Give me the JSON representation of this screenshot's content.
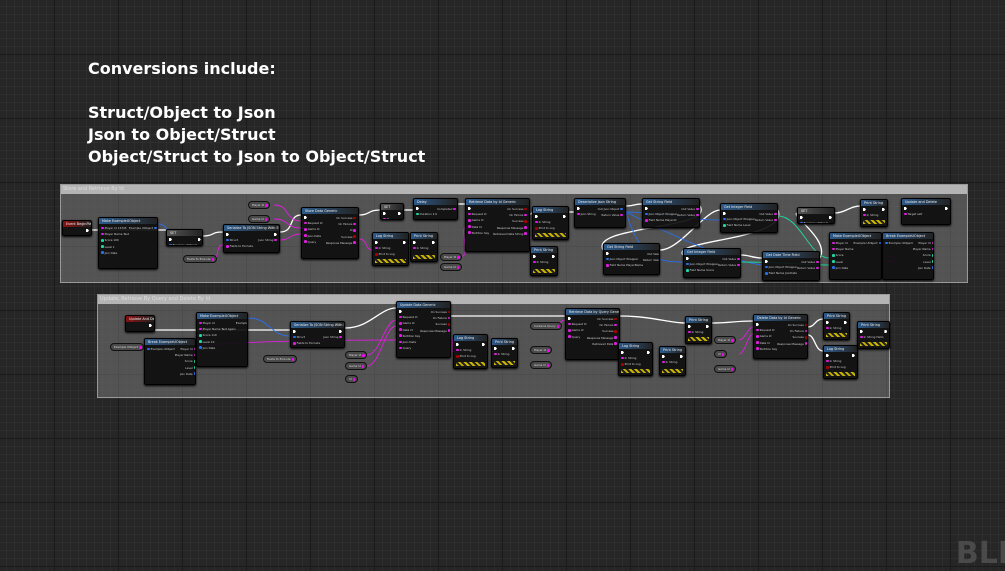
{
  "headings": [
    "Conversions include:",
    "Struct/Object to Json",
    "Json to Object/Struct",
    "Object/Struct to Json to Object/Struct"
  ],
  "comments": [
    "Store and Retrieve By Id",
    "Update, Retrieve By Query and Delete By Id"
  ],
  "watermark": "BLI",
  "nodes": {
    "n1": {
      "t": "Event BeginPlay",
      "r": [
        "exec"
      ]
    },
    "n2": {
      "t": "Make ExampleUObject",
      "l": [
        "Player Id  12345",
        "Player Name  Test",
        "Score  100",
        "Level  1",
        "Join Date"
      ],
      "r": [
        "Example UObject"
      ]
    },
    "n3": {
      "t": "SET",
      "l": [
        "exec",
        "Example UObject"
      ],
      "r": [
        "exec"
      ]
    },
    "n4": {
      "t": "Serialize To JSON String With Exclusions",
      "l": [
        "exec",
        "Struct",
        "Fields to Exclude"
      ],
      "r": [
        "exec",
        "Json String"
      ]
    },
    "n8": {
      "t": "Store Data Generic",
      "l": [
        "exec",
        "Request Id",
        "Game Id",
        "Json Data",
        "Query"
      ],
      "r": [
        "On Success",
        "On Failure",
        "Id",
        "Success",
        "Response Message"
      ]
    },
    "n9": {
      "t": "SET",
      "l": [
        "exec",
        "Id"
      ],
      "r": [
        "exec"
      ]
    },
    "n10": {
      "t": "Log String",
      "l": [
        "exec",
        "In String",
        "Print to Log"
      ],
      "r": [
        "exec"
      ],
      "hz": 1
    },
    "n11": {
      "t": "Delay",
      "l": [
        "exec",
        "Duration  1.0"
      ],
      "r": [
        "Completed"
      ]
    },
    "n12": {
      "t": "Print String",
      "l": [
        "exec",
        "In String"
      ],
      "r": [
        "exec"
      ],
      "hz": 1
    },
    "n13": {
      "t": "Retrieve Data by Id Generic",
      "l": [
        "exec",
        "Request Id",
        "Game Id",
        "Data Id",
        "Partition Key"
      ],
      "r": [
        "On Success",
        "On Failure",
        "Success",
        "Response Message",
        "Retrieved Data String"
      ]
    },
    "n16": {
      "t": "Log String",
      "l": [
        "exec",
        "In String",
        "Print to Log"
      ],
      "r": [
        "exec"
      ],
      "hz": 1
    },
    "n17": {
      "t": "Print String",
      "l": [
        "exec",
        "In String"
      ],
      "r": [
        "exec"
      ],
      "hz": 1
    },
    "n18": {
      "t": "Deserialize Json String",
      "l": [
        "exec",
        "Json String"
      ],
      "r": [
        "Out Json Object",
        "Return Value"
      ]
    },
    "n19": {
      "t": "Get String Field",
      "l": [
        "exec",
        "Json Object Wrapper",
        "Field Name  PlayerId"
      ],
      "r": [
        "Out Value",
        "Return Value"
      ]
    },
    "n20": {
      "t": "Get String Field",
      "l": [
        "exec",
        "Json Object Wrapper",
        "Field Name  PlayerName"
      ],
      "r": [
        "Out Value",
        "Return Value"
      ]
    },
    "n21": {
      "t": "Get Integer Field",
      "l": [
        "exec",
        "Json Object Wrapper",
        "Field Name  Level"
      ],
      "r": [
        "Out Value",
        "Return Value"
      ]
    },
    "n22": {
      "t": "Get Integer Field",
      "l": [
        "exec",
        "Json Object Wrapper",
        "Field Name  Score"
      ],
      "r": [
        "Out Value",
        "Return Value"
      ]
    },
    "n23": {
      "t": "Get Date Time Field",
      "l": [
        "exec",
        "Json Object Wrapper",
        "Field Name  JoinDate"
      ],
      "r": [
        "Out Value",
        "Return Value"
      ]
    },
    "n24": {
      "t": "SET",
      "l": [
        "exec",
        "Example UObject"
      ],
      "r": [
        "exec"
      ]
    },
    "n25": {
      "t": "Print String",
      "l": [
        "exec",
        "In String"
      ],
      "r": [
        "exec"
      ],
      "hz": 1
    },
    "n26": {
      "t": "Update and Delete",
      "l": [
        "exec",
        "Target  self"
      ],
      "r": [
        "exec"
      ]
    },
    "n27": {
      "t": "Make ExampleUObject",
      "l": [
        "Player Id",
        "Player Name",
        "Score",
        "Level",
        "Join Date"
      ],
      "r": [
        "Example UObject"
      ]
    },
    "n28": {
      "t": "Break ExampleUObject",
      "l": [
        "Example UObject"
      ],
      "r": [
        "Player Id",
        "Player Name",
        "Score",
        "Level",
        "Join Date"
      ]
    },
    "m1": {
      "t": "Update And Delete",
      "r": [
        "exec"
      ]
    },
    "m3": {
      "t": "Break ExampleUObject",
      "l": [
        "Example UObject"
      ],
      "r": [
        "Player Id",
        "Player Name",
        "Score",
        "Level",
        "Join Date"
      ]
    },
    "m4": {
      "t": "Make ExampleUObject",
      "l": [
        "Player Id",
        "Player Name  Test Again",
        "Score  110",
        "Level  10",
        "Join Date"
      ],
      "r": [
        "Example UObject"
      ]
    },
    "m5": {
      "t": "Serialize To JSON String With Exclusions",
      "l": [
        "exec",
        "Struct",
        "Fields to Exclude"
      ],
      "r": [
        "exec",
        "Json String"
      ]
    },
    "m8": {
      "t": "Update Data Generic",
      "l": [
        "exec",
        "Request Id",
        "Game Id",
        "Data Id",
        "Partition Key",
        "Json Data",
        "Query"
      ],
      "r": [
        "On Success",
        "On Failure",
        "Success",
        "Response Message"
      ]
    },
    "m9": {
      "t": "Log String",
      "l": [
        "exec",
        "In String",
        "Print to Log"
      ],
      "r": [
        "exec"
      ],
      "hz": 1
    },
    "m10": {
      "t": "Print String",
      "l": [
        "exec",
        "In String"
      ],
      "r": [
        "exec"
      ],
      "hz": 1
    },
    "m12": {
      "t": "Retrieve Data by Query Generic",
      "l": [
        "exec",
        "Request Id",
        "Game Id",
        "Query"
      ],
      "r": [
        "On Success",
        "On Failure",
        "Success",
        "Response Message",
        "Retrieved Data"
      ]
    },
    "m13": {
      "t": "Log String",
      "l": [
        "exec",
        "In String",
        "Print to Log"
      ],
      "r": [
        "exec"
      ],
      "hz": 1
    },
    "m14": {
      "t": "Print String",
      "l": [
        "exec",
        "In String"
      ],
      "r": [
        "exec"
      ],
      "hz": 1
    },
    "m15": {
      "t": "Print String",
      "l": [
        "exec",
        "In String"
      ],
      "r": [
        "exec"
      ],
      "hz": 1
    },
    "m17": {
      "t": "Delete Data by Id Generic",
      "l": [
        "exec",
        "Request Id",
        "Game Id",
        "Data Id",
        "Partition Key"
      ],
      "r": [
        "On Success",
        "On Failure",
        "Success",
        "Response Message"
      ]
    },
    "m18": {
      "t": "Print String",
      "l": [
        "exec",
        "In String"
      ],
      "r": [
        "exec"
      ],
      "hz": 1
    },
    "m19": {
      "t": "Log String",
      "l": [
        "exec",
        "In String",
        "Print to Log"
      ],
      "r": [
        "exec"
      ],
      "hz": 1
    },
    "m20": {
      "t": "Print String",
      "l": [
        "exec",
        "In String  Hello"
      ],
      "r": [
        "exec"
      ],
      "hz": 1
    }
  },
  "pills": {
    "p1": "Fields To Exclude",
    "p2": "Player Id",
    "p3": "Game Id",
    "p4": "Player Id",
    "p5": "Game Id",
    "q1": "Example UObject",
    "q2": "Fields To Exclude",
    "q3": "Player Id",
    "q4": "Game Id",
    "q5": "Id",
    "q6": "Contains Query",
    "q7": "Player Id",
    "q8": "Game Id",
    "q9": "Player Id",
    "q10": "Id",
    "q11": "Game Id"
  }
}
